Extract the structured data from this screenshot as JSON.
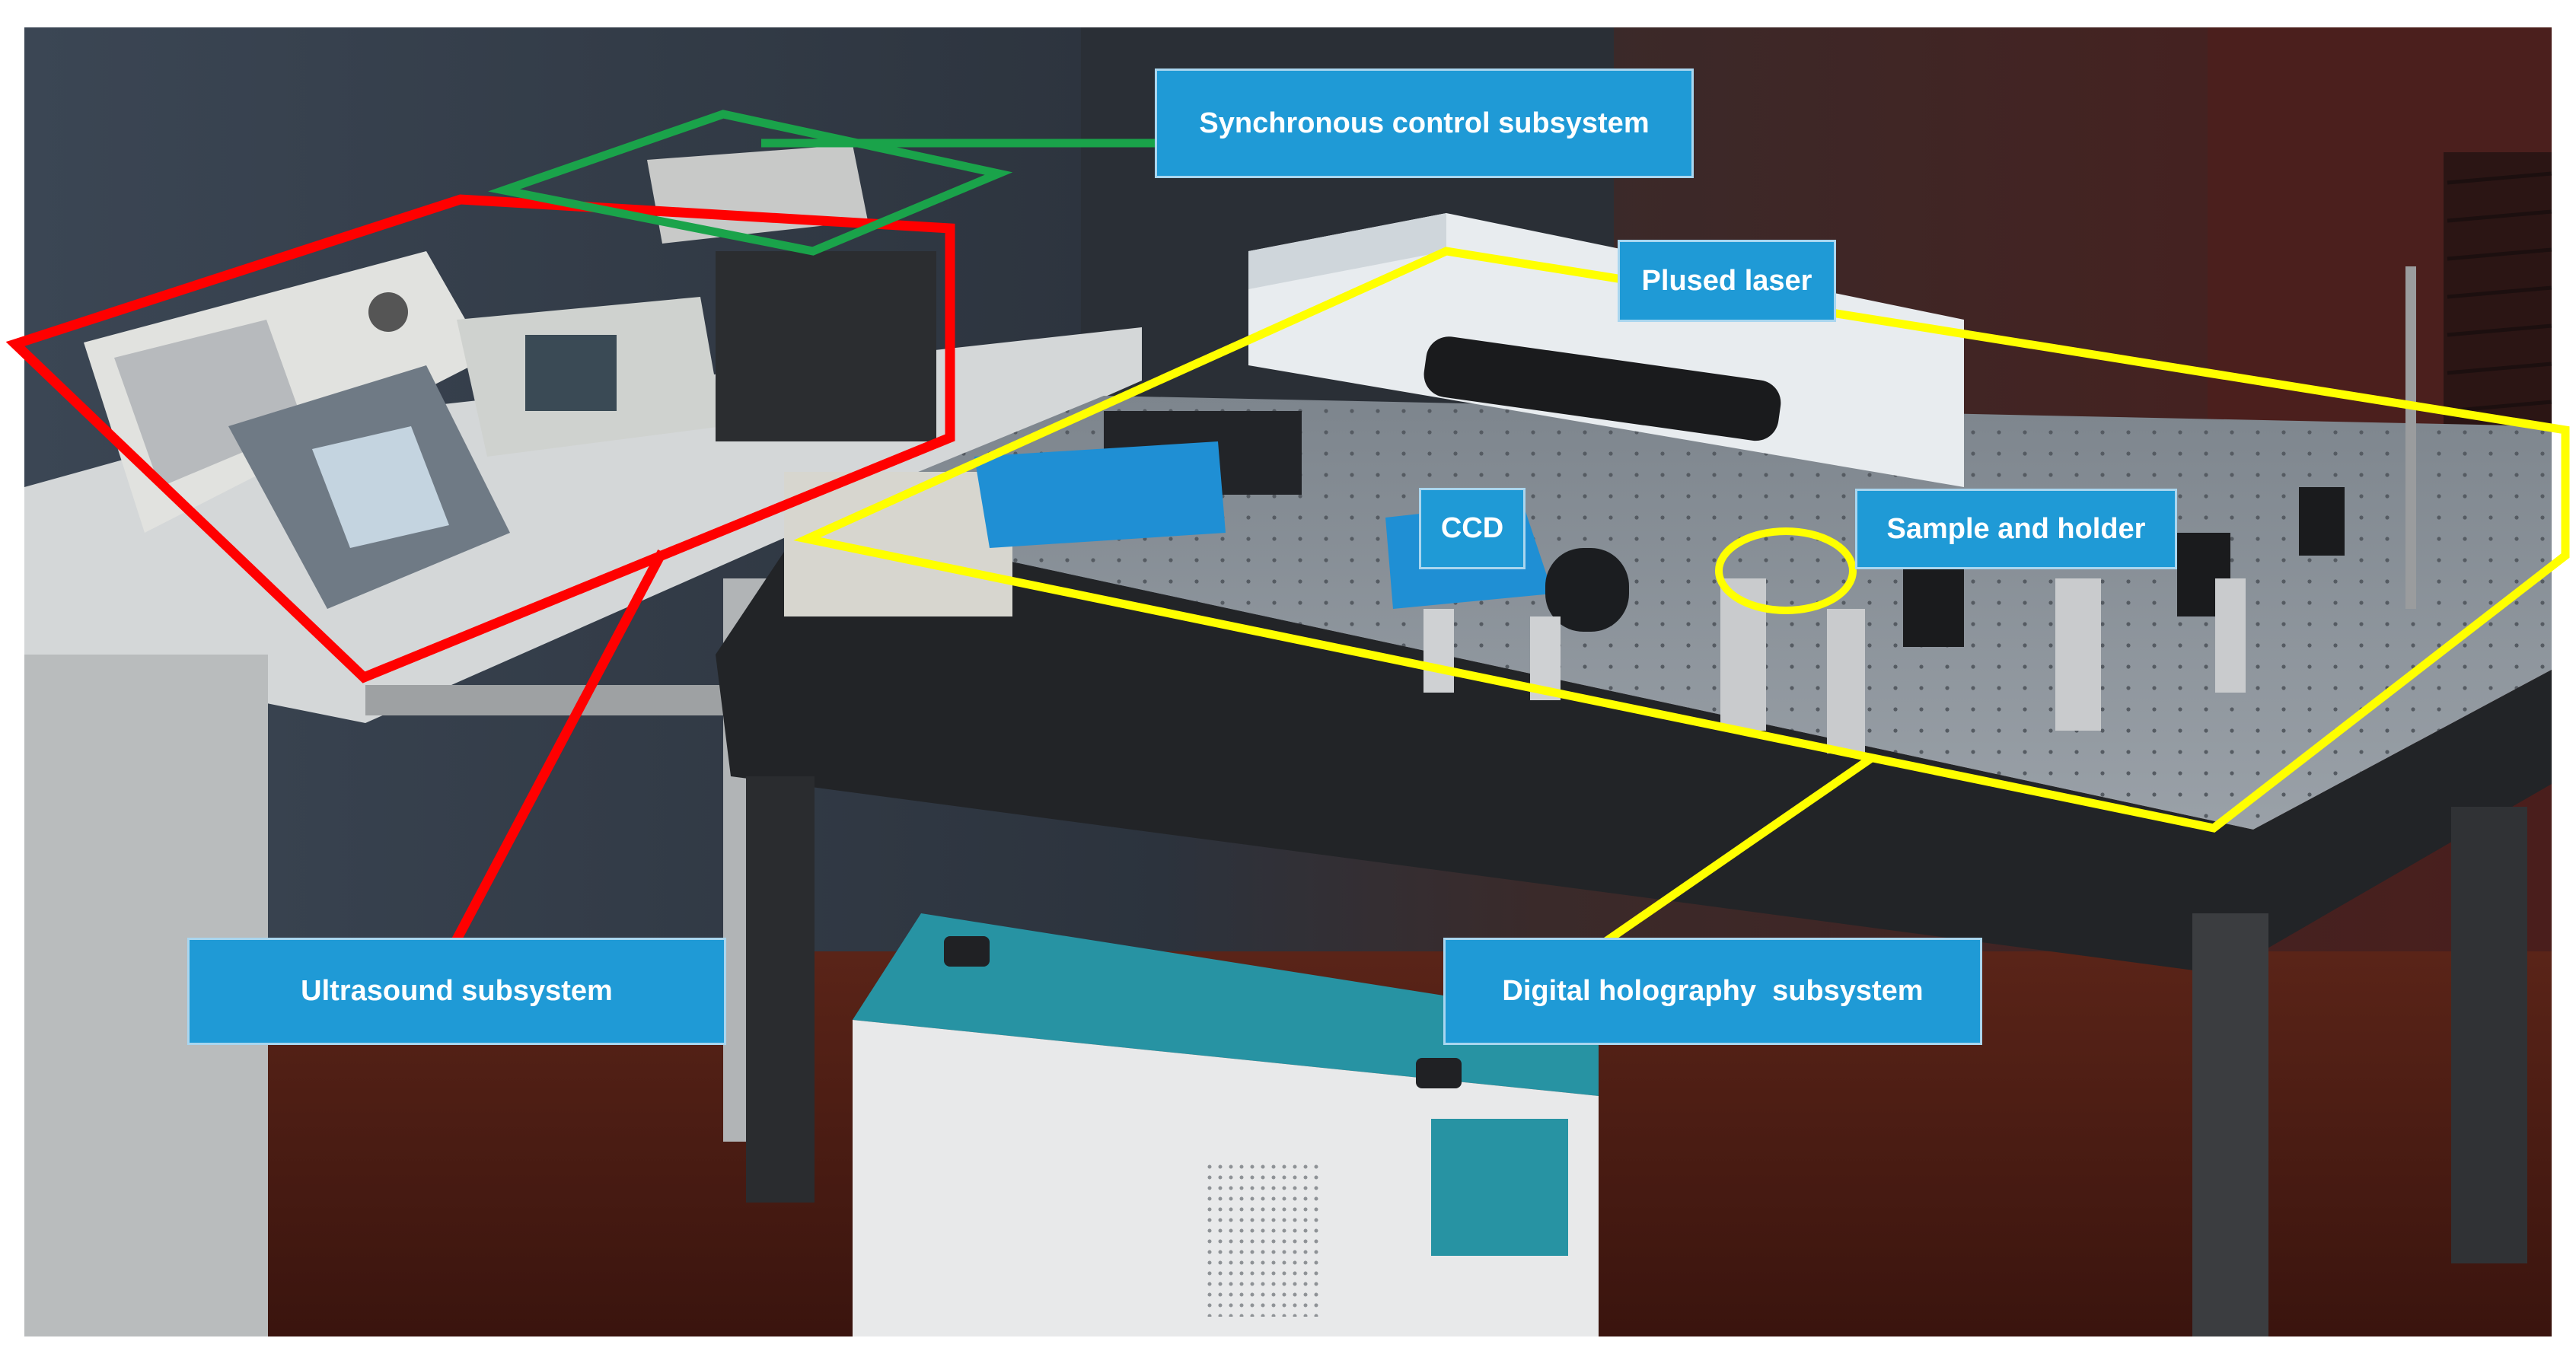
{
  "labels": {
    "sync": "Synchronous control subsystem",
    "laser": "Plused laser",
    "ccd": "CCD",
    "sample": "Sample and holder",
    "ultrasound": "Ultrasound subsystem",
    "holography": "Digital holography  subsystem"
  },
  "colors": {
    "ultrasound_outline": "#ff0000",
    "sync_outline": "#1aa34a",
    "holography_outline": "#ffff00",
    "label_fill": "#1f9ad6"
  }
}
